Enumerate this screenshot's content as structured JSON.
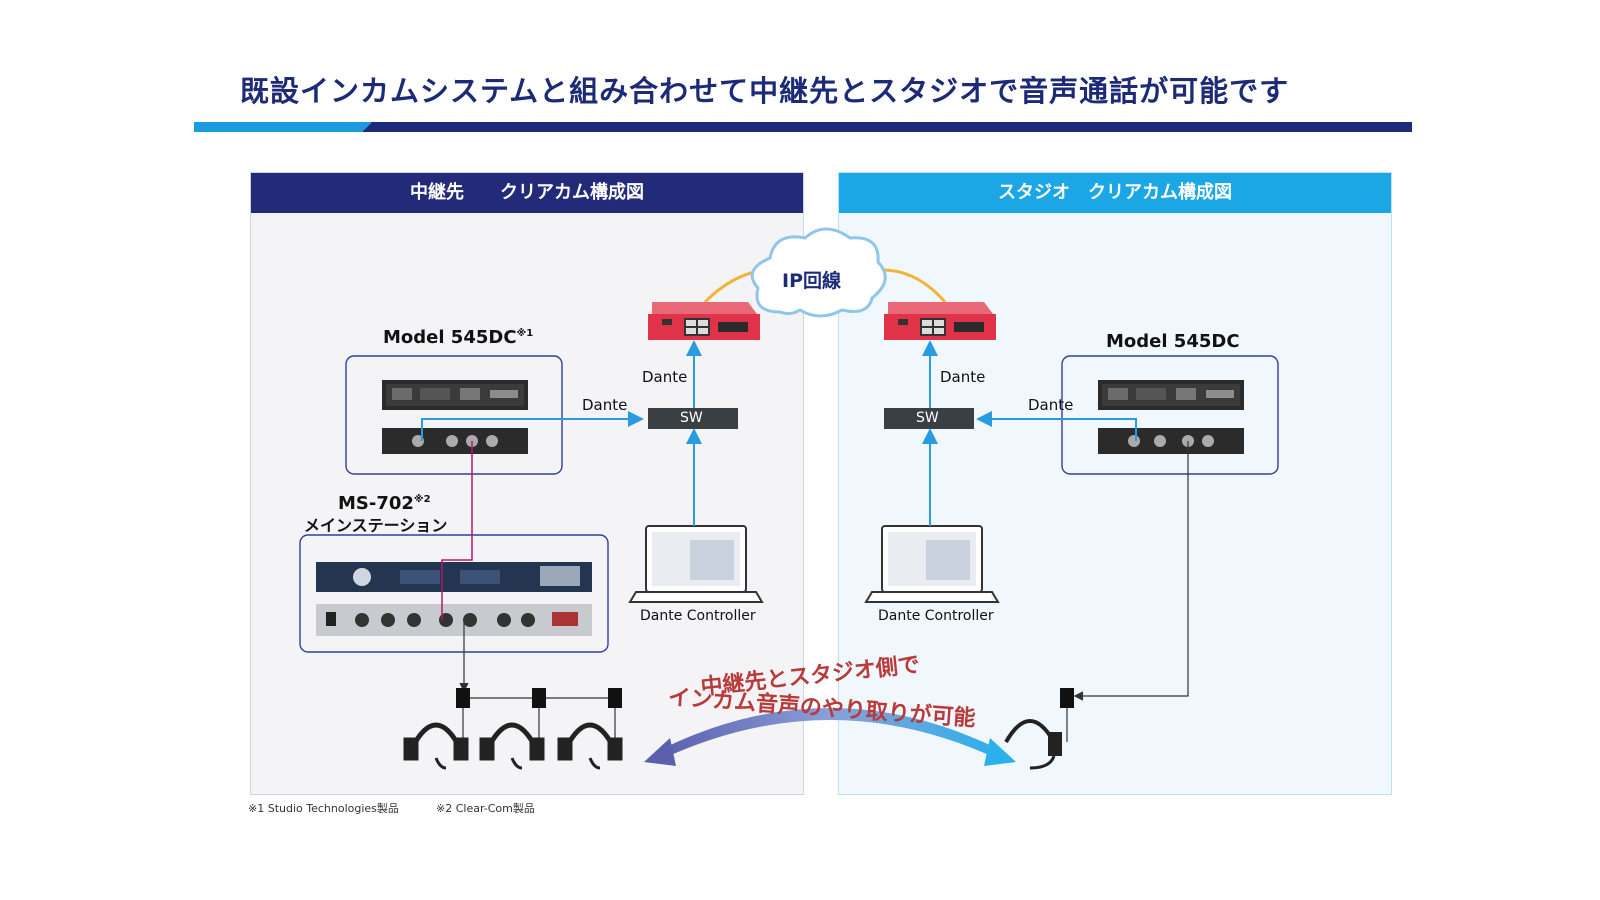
{
  "title": "既設インカムシステムと組み合わせて中継先とスタジオで音声通話が可能です",
  "left_panel": {
    "header": "中継先　　クリアカム構成図",
    "model_label": "Model 545DC",
    "model_note": "※1",
    "ms_label": "MS-702",
    "ms_note": "※2",
    "ms_sublabel": "メインステーション",
    "dante_sw_label": "Dante",
    "dante_router_label": "Dante",
    "sw_label": "SW",
    "controller_label": "Dante Controller"
  },
  "right_panel": {
    "header": "スタジオ　クリアカム構成図",
    "model_label": "Model 545DC",
    "dante_sw_label": "Dante",
    "dante_router_label": "Dante",
    "sw_label": "SW",
    "controller_label": "Dante Controller"
  },
  "cloud_label": "IP回線",
  "arc_text_line1": "中継先とスタジオ側で",
  "arc_text_line2": "インカム音声のやり取りが可能",
  "footnotes": {
    "note1": "※1 Studio Technologies製品",
    "note2": "※2 Clear-Com製品"
  },
  "colors": {
    "title": "#1c2a78",
    "left_header": "#232a79",
    "right_header": "#1ba6e6",
    "dante_link": "#2a9be0",
    "router": "#e0334a",
    "ip_line": "#f3b23a",
    "intercom_line": "#b01a6a",
    "arc_text": "#b93a3a"
  }
}
